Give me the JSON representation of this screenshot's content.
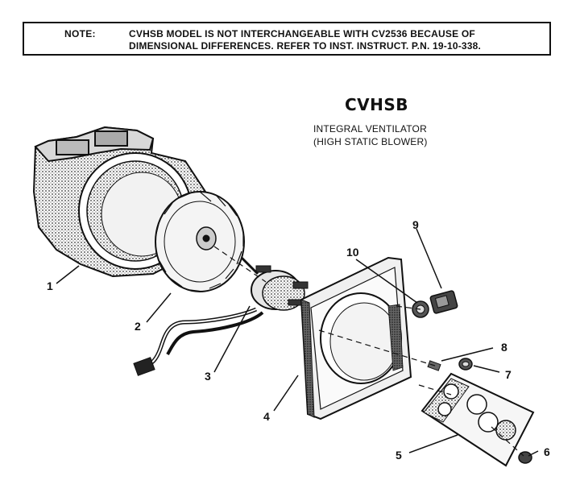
{
  "note": {
    "label": "NOTE:",
    "line1": "CVHSB MODEL IS NOT INTERCHANGEABLE WITH CV2536 BECAUSE OF",
    "line2": "DIMENSIONAL DIFFERENCES.  REFER TO INST. INSTRUCT. P.N. 19-10-338."
  },
  "model": "CVHSB",
  "subtitle": {
    "line1": "INTEGRAL VENTILATOR",
    "line2": "(HIGH STATIC BLOWER)"
  },
  "callouts": [
    "1",
    "2",
    "3",
    "4",
    "5",
    "6",
    "7",
    "8",
    "9",
    "10"
  ]
}
